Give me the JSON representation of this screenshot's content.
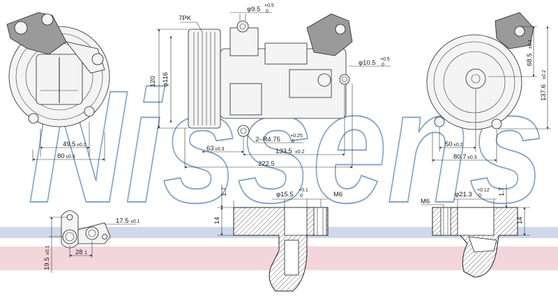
{
  "brand": {
    "watermark_text": "Nissens",
    "watermark_color": "#1f5b9a",
    "band_blue": "#cfd9e9",
    "band_red": "#f3d6dc"
  },
  "front_view": {
    "dim_bolt": "49.5",
    "dim_bolt_tol": "±0.2",
    "dim_width": "80",
    "dim_width_tol": "±0.3"
  },
  "side_view": {
    "belt": "7PK",
    "hole_top_label": "φ9.5",
    "hole_top_tol_up": "+0.5",
    "hole_top_tol_low": "0",
    "hole_right_label": "φ10.5",
    "hole_right_tol_up": "+0.5",
    "hole_right_tol_low": "0",
    "height": "120",
    "pulley_dia": "φ116",
    "radius_label": "2–R4.75",
    "radius_tol_up": "+0.25",
    "radius_tol_low": "0",
    "dim_63": "63",
    "dim_63_tol": "±0.3",
    "dim_133": "133.5",
    "dim_133_tol": "±0.2",
    "dim_total": "222.5"
  },
  "rear_view": {
    "dim_68": "68.5",
    "dim_68_tol": "±0.1",
    "dim_137": "137.6",
    "dim_137_tol": "±0.2",
    "dim_50": "50",
    "dim_50_tol": "±0.2",
    "dim_80": "80.7",
    "dim_80_tol": "±0.3"
  },
  "port_detail": {
    "dim_17": "17.5",
    "dim_17_tol": "±0.1",
    "dim_28": "28",
    "dim_28_tol": "1",
    "dim_19": "19.5",
    "dim_19_tol": "±0.1"
  },
  "section_a": {
    "dim_17": "1.7",
    "dim_14": "14",
    "bore": "φ15.5",
    "bore_tol_up": "+0.1",
    "bore_tol_low": "0",
    "thread": "M6"
  },
  "section_b": {
    "thread": "M6",
    "bore": "φ21.3",
    "bore_tol_up": "+0.12",
    "bore_tol_low": "0",
    "dim_17": "1.7",
    "dim_14": "14"
  }
}
